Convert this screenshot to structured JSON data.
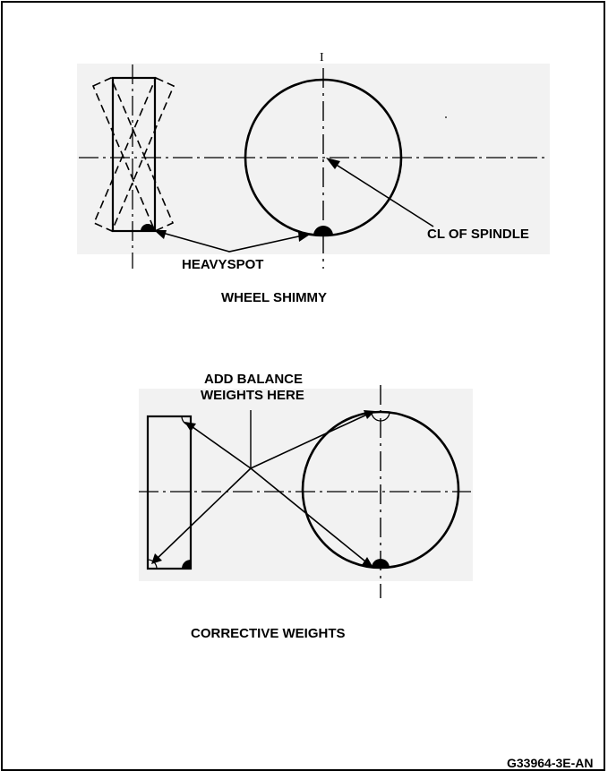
{
  "labels": {
    "i_mark": "I",
    "cl_of_spindle": "CL OF SPINDLE",
    "heavyspot": "HEAVYSPOT",
    "wheel_shimmy": "WHEEL SHIMMY",
    "add_balance_line1": "ADD BALANCE",
    "add_balance_line2": "WEIGHTS HERE",
    "corrective_weights": "CORRECTIVE WEIGHTS",
    "figure_id": "G33964-3E-AN"
  },
  "colors": {
    "ink": "#000000",
    "panel": "#f2f2f2",
    "background": "#ffffff"
  }
}
